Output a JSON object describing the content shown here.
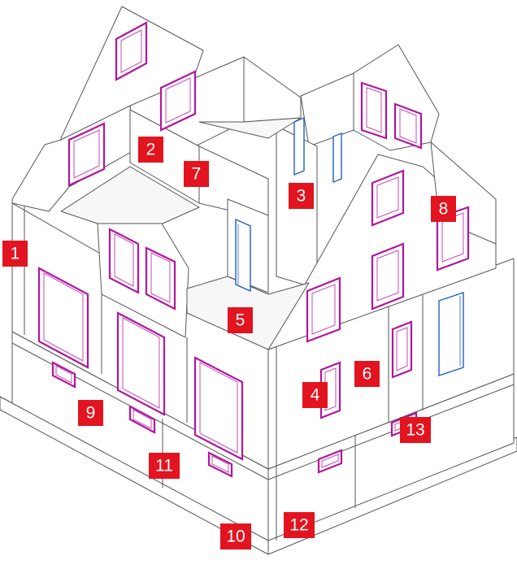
{
  "colors": {
    "badge": "#e2141f",
    "badge_text": "#ffffff",
    "window_frame": "#b0179c",
    "door_frame": "#1f5fc4",
    "wall_line": "#555555",
    "background": "#ffffff"
  },
  "labels": [
    {
      "id": "1",
      "text": "1"
    },
    {
      "id": "2",
      "text": "2"
    },
    {
      "id": "3",
      "text": "3"
    },
    {
      "id": "4",
      "text": "4"
    },
    {
      "id": "5",
      "text": "5"
    },
    {
      "id": "6",
      "text": "6"
    },
    {
      "id": "7",
      "text": "7"
    },
    {
      "id": "8",
      "text": "8"
    },
    {
      "id": "9",
      "text": "9"
    },
    {
      "id": "10",
      "text": "10"
    },
    {
      "id": "11",
      "text": "11"
    },
    {
      "id": "12",
      "text": "12"
    },
    {
      "id": "13",
      "text": "13"
    }
  ]
}
